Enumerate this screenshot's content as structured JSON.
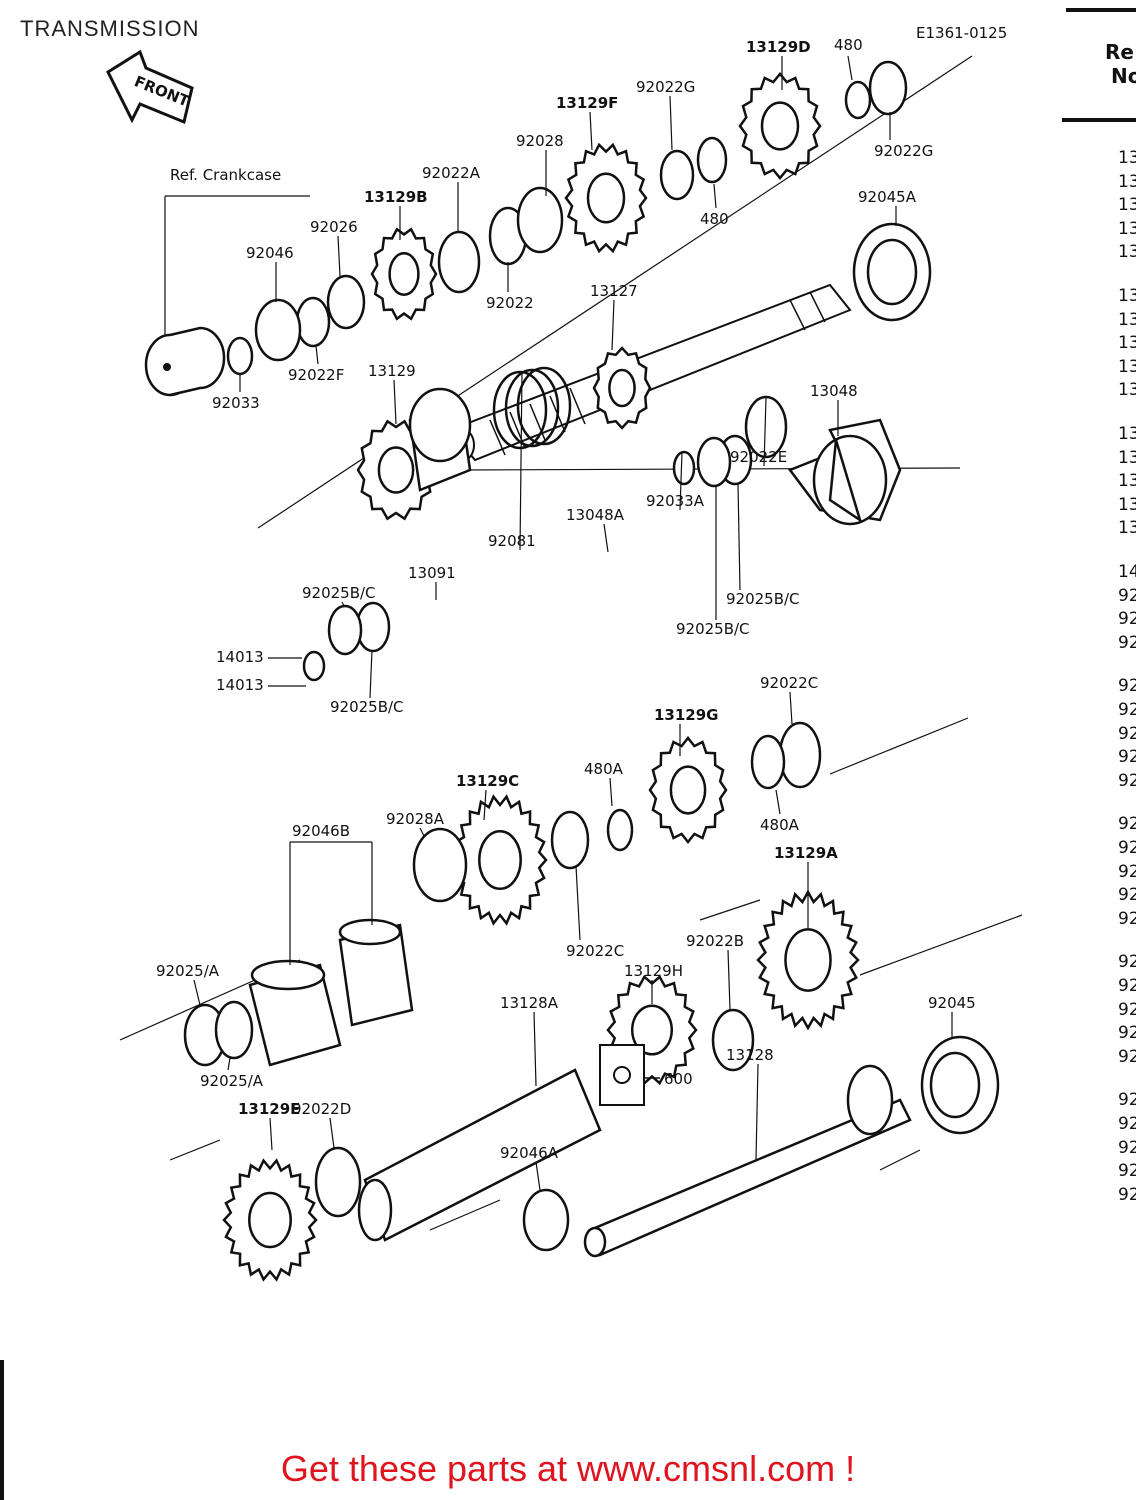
{
  "title": "TRANSMISSION",
  "diagram_code": "E1361-0125",
  "front_label": "FRONT",
  "ref_crankcase": "Ref. Crankcase",
  "ref_header": [
    "Re",
    "No"
  ],
  "ref_numbers": [
    "13",
    "13",
    "13",
    "13",
    "13",
    "13",
    "13",
    "13",
    "13",
    "13",
    "13",
    "13",
    "13",
    "13",
    "13",
    "14",
    "92",
    "92",
    "92",
    "92",
    "92",
    "92",
    "92",
    "92",
    "92",
    "92",
    "92",
    "92",
    "92",
    "92",
    "92",
    "92",
    "92",
    "92",
    "92",
    "92",
    "92",
    "92",
    "92"
  ],
  "callouts": {
    "c_13129D": "13129D",
    "c_480a": "480",
    "c_92022Ga": "92022G",
    "c_92022Gb": "92022G",
    "c_13129F": "13129F",
    "c_92028": "92028",
    "c_480b": "480",
    "c_92022A": "92022A",
    "c_13129B": "13129B",
    "c_92026": "92026",
    "c_92046": "92046",
    "c_92022": "92022",
    "c_13127": "13127",
    "c_92045A": "92045A",
    "c_92022F": "92022F",
    "c_92033": "92033",
    "c_13129": "13129",
    "c_13048": "13048",
    "c_92022E": "92022E",
    "c_92033A": "92033A",
    "c_13048A": "13048A",
    "c_92081": "92081",
    "c_13091": "13091",
    "c_92025BCa": "92025B/C",
    "c_92025BCb": "92025B/C",
    "c_92025BCc": "92025B/C",
    "c_92025BCd": "92025B/C",
    "c_14013a": "14013",
    "c_14013b": "14013",
    "c_92022C": "92022C",
    "c_13129G": "13129G",
    "c_13129C": "13129C",
    "c_480A": "480A",
    "c_480Ab": "480A",
    "c_92046B": "92046B",
    "c_92028A": "92028A",
    "c_13129A": "13129A",
    "c_92022Cb": "92022C",
    "c_92022B": "92022B",
    "c_92025Aa": "92025/A",
    "c_92025Ab": "92025/A",
    "c_13129H": "13129H",
    "c_92045": "92045",
    "c_13128A": "13128A",
    "c_92022D": "92022D",
    "c_13129E": "13129E",
    "c_600": "600",
    "c_13128": "13128",
    "c_92046A": "92046A"
  },
  "footer": "Get these parts at www.cmsnl.com !"
}
